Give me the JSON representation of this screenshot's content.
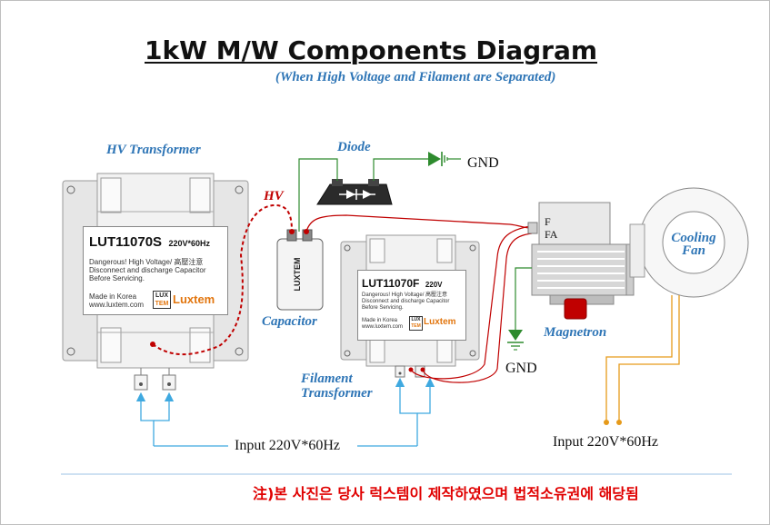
{
  "title": "1kW M/W Components Diagram",
  "subtitle": "(When High Voltage and Filament are Separated)",
  "labels": {
    "hv_transformer": "HV Transformer",
    "hv": "HV",
    "diode": "Diode",
    "gnd_top": "GND",
    "capacitor": "Capacitor",
    "magnetron": "Magnetron",
    "gnd_bottom": "GND",
    "filament_transformer_line1": "Filament",
    "filament_transformer_line2": "Transformer",
    "input_left": "Input 220V*60Hz",
    "input_right": "Input 220V*60Hz",
    "cooling_fan_line1": "Cooling",
    "cooling_fan_line2": "Fan",
    "magnetron_f": "F",
    "magnetron_fa": "FA",
    "capacitor_brand": "LUXTEM"
  },
  "hv_plate": {
    "model": "LUT11070S",
    "rating": "220V*60Hz",
    "warning_line1": "Dangerous! High Voltage/ 高壓注意",
    "warning_line2": "Disconnect and discharge Capacitor",
    "warning_line3": "Before Servicing.",
    "made_in": "Made in Korea",
    "url": "www.luxtem.com",
    "logo": "Luxtem",
    "logo_box_top": "LUX",
    "logo_box_bottom": "TEM"
  },
  "fil_plate": {
    "model": "LUT11070F",
    "rating": "220V",
    "warning_line1": "Dangerous! High Voltage/ 高壓注意",
    "warning_line2": "Disconnect and discharge Capacitor",
    "warning_line3": "Before Servicing.",
    "made_in": "Made in Korea",
    "url": "www.luxtem.com",
    "logo": "Luxtem",
    "logo_box_top": "LUX",
    "logo_box_bottom": "TEM"
  },
  "footer": "注)본 사진은 당사 럭스템이 제작하였으며 법적소유권에 해당됨",
  "colors": {
    "label_blue": "#2e75b6",
    "wire_red": "#c00000",
    "wire_green": "#2e8b2e",
    "wire_orange": "#e69a1a",
    "arrow_blue": "#3fa9e0",
    "footer_red": "#e00000",
    "transformer_gray": "#d9d9d9"
  }
}
